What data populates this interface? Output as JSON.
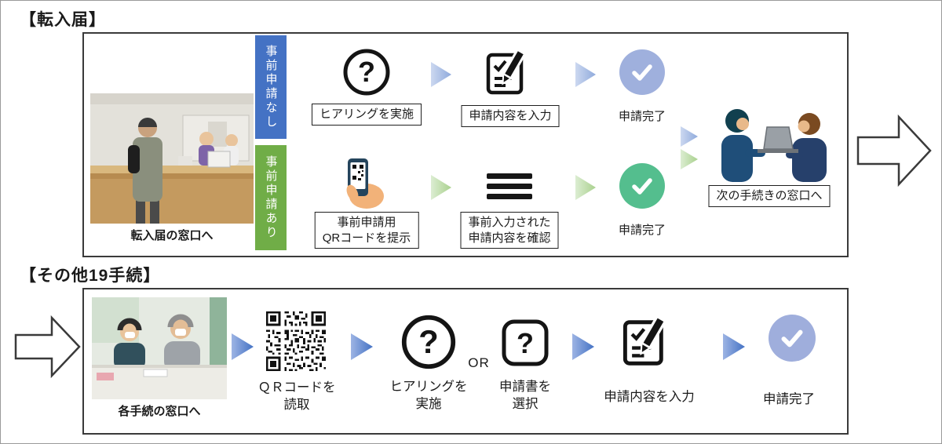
{
  "headings": {
    "top": "【転入届】",
    "bottom": "【その他19手続】"
  },
  "top_flow": {
    "photo_caption": "転入届の窓口へ",
    "lane_no_pre": "事前申請なし",
    "lane_pre": "事前申請あり",
    "row1": {
      "hearing": "ヒアリングを実施",
      "input": "申請内容を入力",
      "done": "申請完了"
    },
    "row2": {
      "show_qr": "事前申請用\nQRコードを提示",
      "confirm": "事前入力された\n申請内容を確認",
      "done": "申請完了"
    },
    "next_counter": "次の手続きの窓口へ"
  },
  "bottom_flow": {
    "photo_caption": "各手続の窓口へ",
    "qr_read": "ＱＲコードを\n読取",
    "hearing": "ヒアリングを\n実施",
    "or": "OR",
    "select_form": "申請書を\n選択",
    "input": "申請内容を入力",
    "done": "申請完了"
  },
  "icons": {
    "question_glyph": "?"
  },
  "colors": {
    "lane_blue": "#4472C4",
    "lane_green": "#70AD47",
    "tri_blue_light": "#8FAADC",
    "tri_green": "#A9D18E",
    "tri_blue": "#4472C4",
    "check_blue": "#9FB0DD",
    "check_green": "#54BE8E",
    "check_bottom": "#9FAEDC"
  }
}
